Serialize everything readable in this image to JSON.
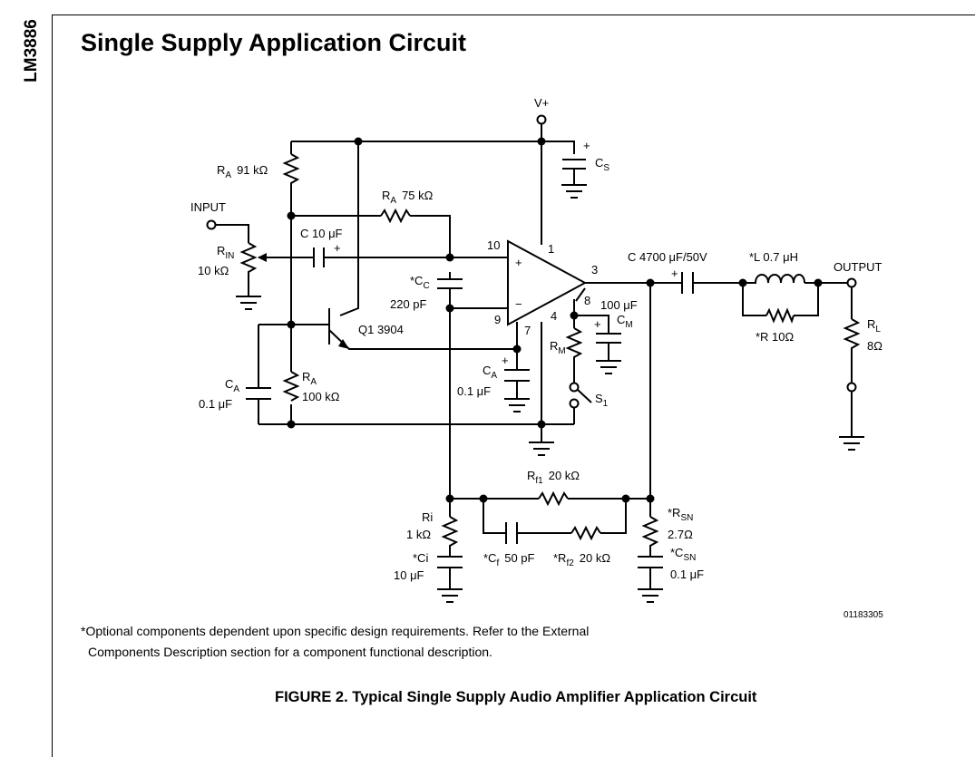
{
  "header": {
    "part_number": "LM3886",
    "title": "Single Supply Application Circuit"
  },
  "diagram": {
    "supply": "V+",
    "input": "INPUT",
    "output": "OUTPUT",
    "opamp": {
      "plus": "+",
      "minus": "−",
      "pin_nonInv": "10",
      "pin_v": "1",
      "pin_out": "3",
      "pin_inv": "9",
      "pin_gnd": "7",
      "pin_mute": "8",
      "pin_vee": "4"
    },
    "components": {
      "cs": {
        "name": "C",
        "sub": "S",
        "polarity": "+"
      },
      "ra1": {
        "name": "R",
        "sub": "A",
        "value": "91 kΩ"
      },
      "ra2": {
        "name": "R",
        "sub": "A",
        "value": "75 kΩ"
      },
      "rin": {
        "name": "R",
        "sub": "IN",
        "value": "10 kΩ"
      },
      "cin": {
        "label": "C 10 μF",
        "polarity": "+"
      },
      "cc": {
        "name": "*C",
        "sub": "C",
        "value": "220 pF"
      },
      "q1": {
        "label": "Q1 3904"
      },
      "ca1": {
        "name": "C",
        "sub": "A",
        "value": "0.1 μF"
      },
      "ra3": {
        "name": "R",
        "sub": "A",
        "value": "100 kΩ"
      },
      "ca2": {
        "name": "C",
        "sub": "A",
        "value": "0.1 μF",
        "polarity": "+"
      },
      "cm": {
        "value": "100 μF",
        "name": "C",
        "sub": "M",
        "polarity": "+"
      },
      "rm": {
        "name": "R",
        "sub": "M"
      },
      "s1": {
        "name": "S",
        "sub": "1"
      },
      "cout": {
        "label": "C 4700 μF/50V",
        "polarity": "+"
      },
      "l": {
        "label": "*L 0.7 μH"
      },
      "r10": {
        "label": "*R 10Ω"
      },
      "rl": {
        "name": "R",
        "sub": "L",
        "value": "8Ω"
      },
      "rf1": {
        "name": "R",
        "sub": "f1",
        "value": "20 kΩ"
      },
      "ri": {
        "name": "Ri",
        "value": "1 kΩ"
      },
      "ci": {
        "name": "*Ci",
        "value": "10 μF"
      },
      "cf": {
        "name": "*C",
        "sub": "f",
        "value": "50 pF"
      },
      "rf2": {
        "name": "*R",
        "sub": "f2",
        "value": "20 kΩ"
      },
      "rsn": {
        "name": "*R",
        "sub": "SN",
        "value": "2.7Ω"
      },
      "csn": {
        "name": "*C",
        "sub": "SN",
        "value": "0.1 μF"
      }
    }
  },
  "figure_code": "01183305",
  "footnote": {
    "line1": "*Optional components dependent upon specific design requirements. Refer to the External",
    "line2": "Components Description section for a component functional description."
  },
  "caption": "FIGURE 2. Typical Single Supply Audio Amplifier Application Circuit"
}
